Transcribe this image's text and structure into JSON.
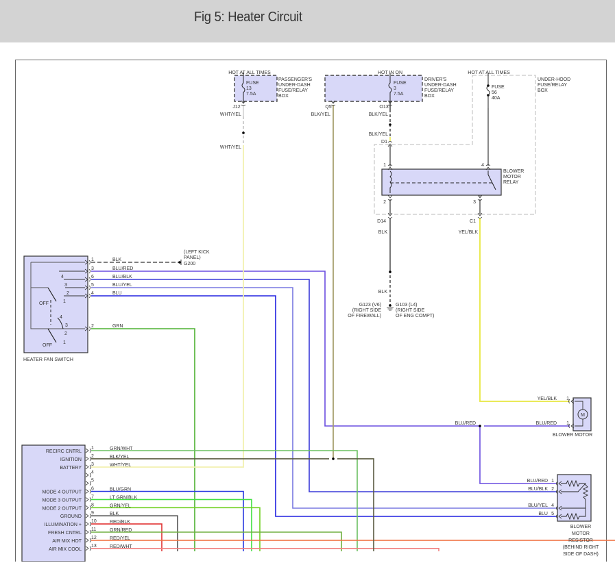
{
  "page": {
    "title": "Fig 5: Heater Circuit"
  },
  "colors": {
    "component_fill": "#d8d8f8",
    "BLK": "#555555",
    "BLU": "#2020e0",
    "BLU/RED": "#6a4ee0",
    "BLU/BLK": "#3a3ad8",
    "BLU/YEL": "#7878e0",
    "BLU/GRN": "#2a3ae0",
    "GRN": "#4cb030",
    "GRN/WHT": "#6ac060",
    "BLK/YEL": "#5a5a40",
    "WHT/YEL": "#f2f0b0",
    "YEL/BLK": "#e8e840",
    "LT GRN/BLK": "#40e040",
    "GRN/YEL": "#70d020",
    "RED/BLK": "#e03030",
    "GRN/RED": "#70b040",
    "RED/YEL": "#f07040",
    "RED/WHT": "#f08080",
    "OLIVE": "#a8a070"
  },
  "fuses": [
    {
      "id": "passenger",
      "hot_label": "HOT AT ALL TIMES",
      "fuse": [
        "FUSE",
        "13",
        "7.5A"
      ],
      "box": [
        "PASSENGER'S",
        "UNDER-DASH",
        "FUSE/RELAY",
        "BOX"
      ],
      "connector": "J12",
      "wire1": "WHT/YEL",
      "wire2": "WHT/YEL"
    },
    {
      "id": "driver",
      "hot_label": "HOT IN ON",
      "fuse": [
        "FUSE",
        "3",
        "7.5A"
      ],
      "box": [
        "DRIVER'S",
        "UNDER-DASH",
        "FUSE/RELAY",
        "BOX"
      ],
      "connector_left": "Q5",
      "connector": "O13",
      "wire_left": "BLK/YEL",
      "wire1": "BLK/YEL",
      "wire2": "BLK/YEL",
      "relay_connector": "D1"
    },
    {
      "id": "underhood",
      "hot_label": "HOT AT ALL TIMES",
      "fuse": [
        "FUSE",
        "56",
        "40A"
      ],
      "box": [
        "UNDER-HOOD",
        "FUSE/RELAY",
        "BOX"
      ]
    }
  ],
  "relay": {
    "name": [
      "BLOWER",
      "MOTOR",
      "RELAY"
    ],
    "pins": [
      "1",
      "2",
      "3",
      "4"
    ],
    "out_connectors": [
      "D14",
      "C1"
    ],
    "out_wires": [
      "BLK",
      "YEL/BLK"
    ]
  },
  "ground_main": {
    "wire": "BLK",
    "labels_left": [
      "G123 (V6)",
      "(RIGHT SIDE",
      "OF FIREWALL)"
    ],
    "labels_right": [
      "G103 (L4)",
      "(RIGHT SIDE",
      "OF ENG COMPT)"
    ]
  },
  "fan_switch": {
    "name": "HEATER FAN SWITCH",
    "off_labels": [
      "OFF",
      "OFF"
    ],
    "internal_positions": [
      "4",
      "3",
      "2",
      "1"
    ],
    "pins": [
      {
        "pin": "1",
        "wire": "BLK"
      },
      {
        "pin": "3",
        "wire": "BLU/RED"
      },
      {
        "pin": "6",
        "wire": "BLU/BLK"
      },
      {
        "pin": "5",
        "wire": "BLU/YEL"
      },
      {
        "pin": "4",
        "wire": "BLU"
      },
      {
        "pin": "2",
        "wire": "GRN"
      }
    ],
    "ground": {
      "name": "G200",
      "location": [
        "(LEFT KICK",
        "PANEL)"
      ]
    }
  },
  "blower_motor": {
    "name": "BLOWER MOTOR",
    "symbol": "M",
    "pins": [
      {
        "pin": "1",
        "wire": "YEL/BLK"
      },
      {
        "pin": "1",
        "wire": "BLU/RED"
      }
    ],
    "junction_wire": "BLU/RED"
  },
  "resistor": {
    "name": [
      "BLOWER",
      "MOTOR",
      "RESISTOR",
      "(BEHIND RIGHT",
      "SIDE OF DASH)"
    ],
    "pins": [
      {
        "pin": "1",
        "wire": "BLU/RED"
      },
      {
        "pin": "2",
        "wire": "BLU/BLK"
      },
      {
        "pin": "4",
        "wire": "BLU/YEL"
      },
      {
        "pin": "5",
        "wire": "BLU"
      }
    ]
  },
  "control_unit": {
    "pins": [
      {
        "pin": "1",
        "label": "RECIRC CNTRL",
        "wire": "GRN/WHT"
      },
      {
        "pin": "2",
        "label": "IGNITION",
        "wire": "BLK/YEL"
      },
      {
        "pin": "3",
        "label": "BATTERY",
        "wire": "WHT/YEL"
      },
      {
        "pin": "4",
        "label": "",
        "wire": ""
      },
      {
        "pin": "5",
        "label": "",
        "wire": ""
      },
      {
        "pin": "6",
        "label": "MODE 4 OUTPUT",
        "wire": "BLU/GRN"
      },
      {
        "pin": "7",
        "label": "MODE 3 OUTPUT",
        "wire": "LT GRN/BLK"
      },
      {
        "pin": "8",
        "label": "MODE 2 OUTPUT",
        "wire": "GRN/YEL"
      },
      {
        "pin": "9",
        "label": "GROUND",
        "wire": "BLK"
      },
      {
        "pin": "10",
        "label": "ILLUMINATION +",
        "wire": "RED/BLK"
      },
      {
        "pin": "11",
        "label": "FRESH CNTRL",
        "wire": "GRN/RED"
      },
      {
        "pin": "12",
        "label": "AIR MIX HOT",
        "wire": "RED/YEL"
      },
      {
        "pin": "13",
        "label": "AIR MIX COOL",
        "wire": "RED/WHT"
      }
    ]
  }
}
